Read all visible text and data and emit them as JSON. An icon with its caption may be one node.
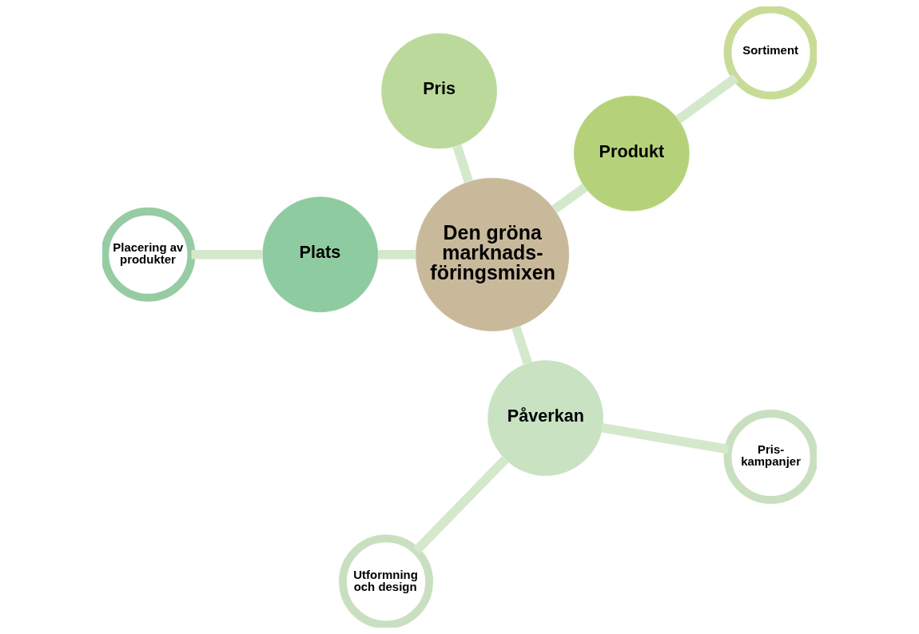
{
  "diagram": {
    "nodes": [
      {
        "text": [
          "Den gröna marknads- föringsmixen"
        ]
      },
      {
        "text": [
          "Produkt"
        ]
      },
      {
        "text": [
          "Pris"
        ]
      },
      {
        "text": [
          "Plats"
        ]
      },
      {
        "text": [
          "Påverkan"
        ]
      },
      {
        "text": [
          "Sortiment"
        ]
      },
      {
        "text": [
          "Placering av produkter"
        ]
      },
      {
        "text": [
          "Utformning och design"
        ]
      },
      {
        "text": [
          "Pris- kampanjer"
        ]
      }
    ],
    "edges": [
      {
        "from": 0,
        "to": 1,
        "arrow": "none"
      },
      {
        "from": 0,
        "to": 2,
        "arrow": "none"
      },
      {
        "from": 0,
        "to": 3,
        "arrow": "none"
      },
      {
        "from": 0,
        "to": 4,
        "arrow": "none"
      },
      {
        "from": 1,
        "to": 5,
        "arrow": "none"
      },
      {
        "from": 3,
        "to": 6,
        "arrow": "none"
      },
      {
        "from": 4,
        "to": 7,
        "arrow": "none"
      },
      {
        "from": 4,
        "to": 8,
        "arrow": "none"
      }
    ]
  }
}
